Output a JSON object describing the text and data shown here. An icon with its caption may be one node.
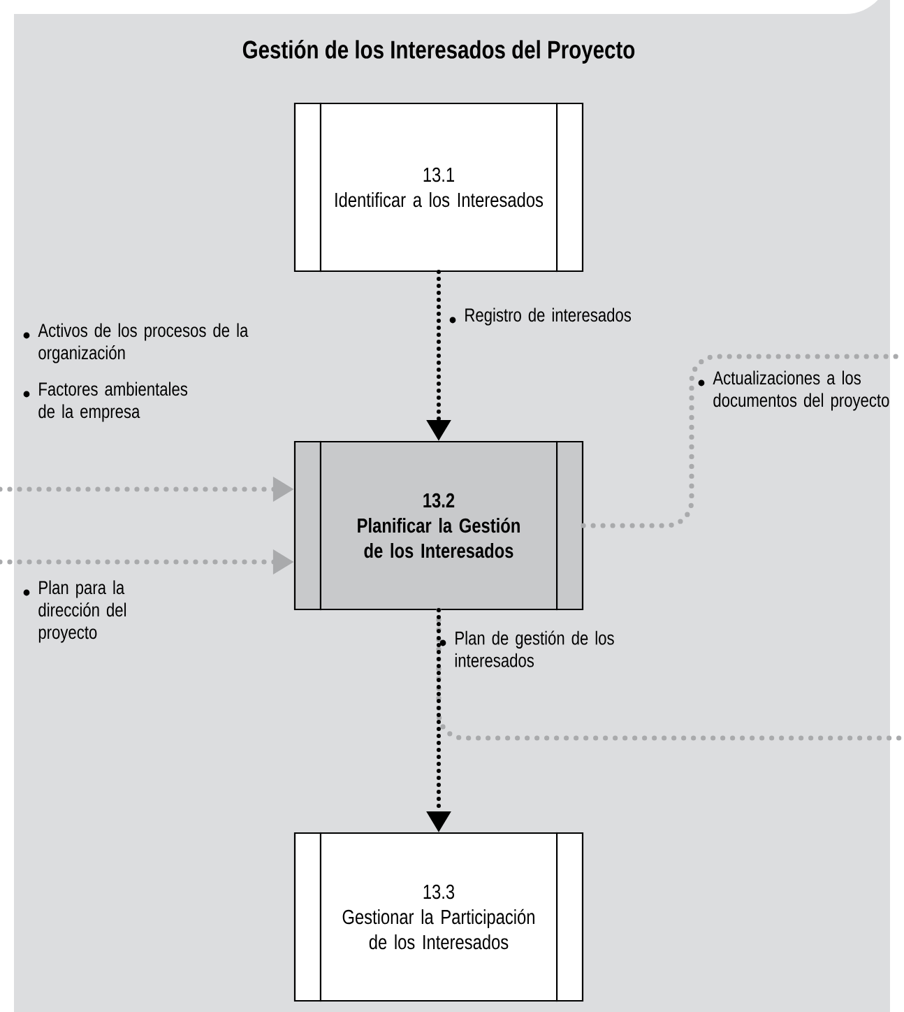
{
  "diagram": {
    "title": "Gestión de los Interesados del Proyecto",
    "nodes": [
      {
        "text": [
          "13.1",
          "Identificar a los Interesados"
        ]
      },
      {
        "text": [
          "13.2",
          "Planificar la Gestión de los Interesados"
        ]
      },
      {
        "text": [
          "13.3",
          "Gestionar la Participación de los Interesados"
        ]
      }
    ],
    "edges": [
      {
        "from": 0,
        "to": 1,
        "arrow": "to",
        "label": "Registro de interesados",
        "style": "dashed",
        "color": "#000000"
      },
      {
        "from": null,
        "to": 1,
        "arrow": "to",
        "label": "Factores ambientales de la empresa"
      },
      {
        "from": null,
        "to": 1,
        "arrow": "to",
        "label": "Plan para la dirección del proyecto"
      },
      {
        "from": 1,
        "to": null,
        "arrow": "none",
        "label": "Actualizaciones a los documentos del proyecto"
      },
      {
        "from": 1,
        "to": 2,
        "arrow": "to",
        "label": "Plan de gestión de los interesados",
        "style": "dashed",
        "color": "#000000"
      },
      {
        "from": 1,
        "to": null,
        "arrow": "none"
      }
    ],
    "labels": [
      "Activos de los procesos de la organización"
    ]
  }
}
